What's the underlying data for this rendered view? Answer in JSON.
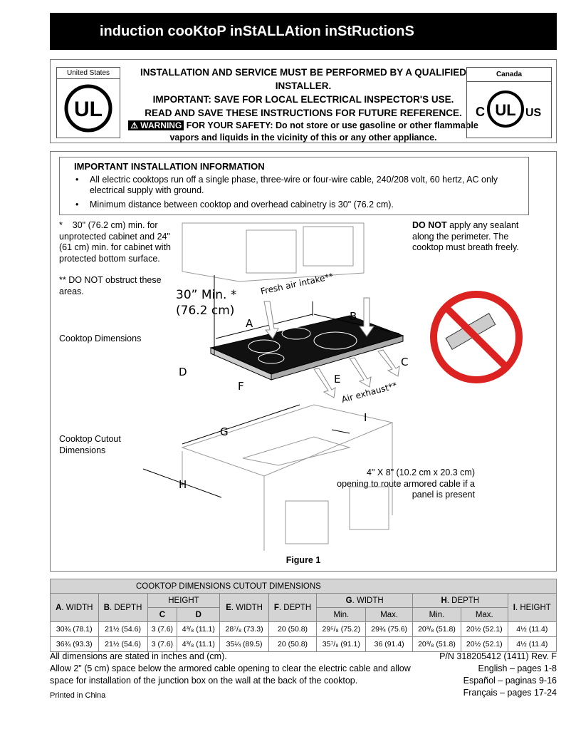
{
  "header": {
    "title": "induction cooKtoP inStALLAtion inStRuctionS"
  },
  "ul_us": {
    "label": "United States",
    "logo_text": "UL"
  },
  "ul_ca": {
    "label": "Canada",
    "logo_text": "cULus"
  },
  "notice": {
    "line1": "INSTALLATION AND SERVICE MUST BE PERFORMED BY A QUALIFIED INSTALLER.",
    "line2": "IMPORTANT: SAVE FOR LOCAL ELECTRICAL INSPECTOR'S USE.",
    "line3": "READ AND SAVE THESE INSTRUCTIONS FOR FUTURE REFERENCE.",
    "warning_badge": "WARNING",
    "warning_text": "FOR YOUR SAFETY: Do not store or use gasoline or other flammable vapors and liquids in the vicinity of this or any other appliance."
  },
  "info": {
    "title": "IMPORTANT INSTALLATION INFORMATION",
    "items": [
      "All electric cooktops run off a single phase, three-wire or four-wire cable, 240/208 volt, 60 hertz, AC only electrical supply with ground.",
      "Minimum distance between cooktop and overhead cabinetry is 30\" (76.2 cm)."
    ]
  },
  "notes": {
    "star": "*",
    "star_text": "30\" (76.2 cm) min. for unprotected cabinet and 24\" (61 cm) min. for cabinet with protected bottom surface.",
    "dstar": "** DO NOT obstruct these areas.",
    "cooktop_dims": "Cooktop Dimensions",
    "cutout_dims": "Cooktop Cutout Dimensions",
    "sealant_bold": "DO NOT",
    "sealant_text": "apply any sealant along the perimeter. The cooktop must breath freely.",
    "cable": "4\" X 8\" (10.2 cm x 20.3 cm) opening to route armored cable if a panel is present",
    "figure": "Figure 1"
  },
  "diagram": {
    "min_label": "30” Min. *",
    "min_cm": "(76.2 cm)",
    "fresh_air": "Fresh air intake**",
    "air_exhaust": "Air exhaust**",
    "letters": [
      "A",
      "B",
      "C",
      "D",
      "E",
      "F",
      "G",
      "H",
      "I"
    ]
  },
  "table": {
    "title": "COOKTOP DIMENSIONS CUTOUT DIMENSIONS",
    "headers": [
      {
        "b": "A",
        "t": ". WIDTH"
      },
      {
        "b": "B",
        "t": ". DEPTH"
      },
      {
        "b": "",
        "t": "HEIGHT"
      },
      {
        "b": "E",
        "t": ". WIDTH"
      },
      {
        "b": "F",
        "t": ". DEPTH"
      },
      {
        "b": "G",
        "t": ". WIDTH"
      },
      {
        "b": "H",
        "t": ". DEPTH"
      },
      {
        "b": "I",
        "t": ". HEIGHT"
      }
    ],
    "sub": [
      "C",
      "D",
      "Min.",
      "Max.",
      "Min.",
      "Max."
    ],
    "rows": [
      [
        "30¾ (78.1)",
        "21½ (54.6)",
        "3 (7.6)",
        "4³/₈ (11.1)",
        "28⁷/₈ (73.3)",
        "20 (50.8)",
        "29⁵/₈ (75.2)",
        "29¾ (75.6)",
        "20³/₈ (51.8)",
        "20½ (52.1)",
        "4½ (11.4)"
      ],
      [
        "36¾ (93.3)",
        "21½ (54.6)",
        "3 (7.6)",
        "4³/₈ (11.1)",
        "35¼ (89.5)",
        "20 (50.8)",
        "35⁷/₈ (91.1)",
        "36 (91.4)",
        "20³/₈ (51.8)",
        "20½ (52.1)",
        "4½ (11.4)"
      ]
    ]
  },
  "footer": {
    "l1": "All dimensions are stated in inches and (cm).",
    "l2": "Allow 2\" (5 cm) space below the armored cable opening to clear the electric cable and allow space for installation of the junction box on the wall at the back of the cooktop.",
    "printed": "Printed in China",
    "pn": "P/N 318205412 (1411) Rev. F",
    "en": "English – pages 1-8",
    "es": "Español – paginas 9-16",
    "fr": "Français – pages 17-24"
  }
}
